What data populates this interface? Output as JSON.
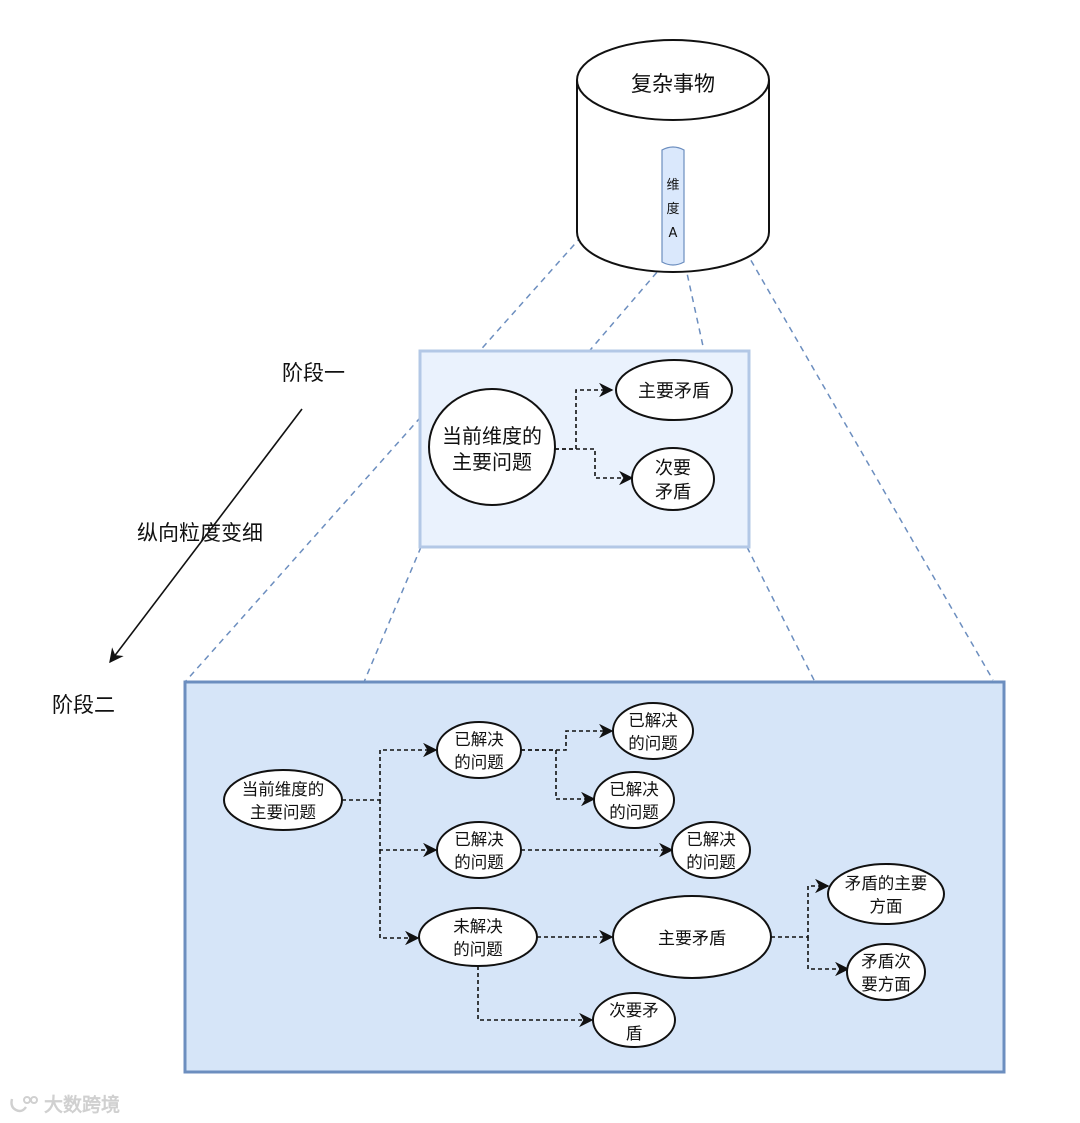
{
  "nodes": {
    "complex_thing": "复杂事物",
    "dimension_a": [
      "维",
      "度",
      "A"
    ],
    "stage1_main": [
      "当前维度的",
      "主要问题"
    ],
    "stage1_primary": [
      "主要矛盾"
    ],
    "stage1_secondary": [
      "次要",
      "矛盾"
    ],
    "s2_root": [
      "当前维度的",
      "主要问题"
    ],
    "s2_solved1": [
      "已解决",
      "的问题"
    ],
    "s2_solved1_a": [
      "已解决",
      "的问题"
    ],
    "s2_solved1_b": [
      "已解决",
      "的问题"
    ],
    "s2_solved2": [
      "已解决",
      "的问题"
    ],
    "s2_solved2_a": [
      "已解决",
      "的问题"
    ],
    "s2_unsolved": [
      "未解决",
      "的问题"
    ],
    "s2_primary": [
      "主要矛盾"
    ],
    "s2_secondary": [
      "次要矛",
      "盾"
    ],
    "s2_primary_main": [
      "矛盾的主要",
      "方面"
    ],
    "s2_primary_minor": [
      "矛盾次",
      "要方面"
    ]
  },
  "labels": {
    "stage1": "阶段一",
    "stage2": "阶段二",
    "granularity": "纵向粒度变细"
  },
  "watermark": "大数跨境",
  "colors": {
    "stage1_fill": "#eaf2fd",
    "stage1_border": "#b3c8e6",
    "stage2_fill": "#d6e5f8",
    "stage2_border": "#6c8ebf",
    "cylinder_strip": "#dae8fc",
    "guide_line": "#6c8ebf",
    "edge": "#111111"
  }
}
